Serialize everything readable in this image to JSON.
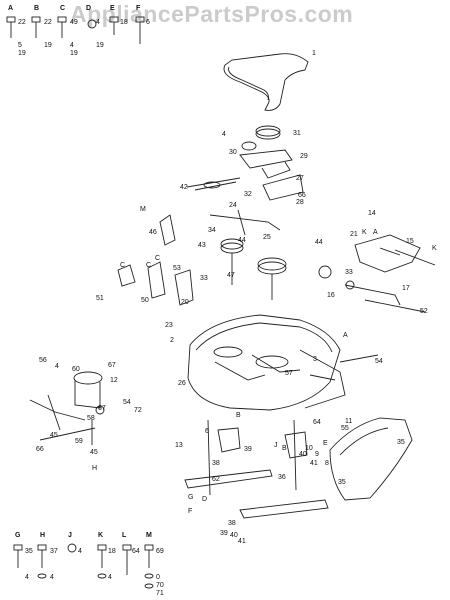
{
  "watermark": "AppliancePartsPros.com",
  "colors": {
    "line": "#222222",
    "paper": "#ffffff"
  },
  "top_key": [
    {
      "letter": "A",
      "nums": [
        "22",
        "5",
        "19"
      ]
    },
    {
      "letter": "B",
      "nums": [
        "22",
        "19"
      ]
    },
    {
      "letter": "C",
      "nums": [
        "49",
        "4",
        "19"
      ]
    },
    {
      "letter": "D",
      "nums": [
        "4",
        "19"
      ]
    },
    {
      "letter": "E",
      "nums": [
        "18"
      ]
    },
    {
      "letter": "F",
      "nums": [
        "6"
      ]
    }
  ],
  "bottom_key": [
    {
      "letter": "G",
      "nums": [
        "35",
        "4"
      ]
    },
    {
      "letter": "H",
      "nums": [
        "37",
        "4"
      ]
    },
    {
      "letter": "J",
      "nums": [
        "4"
      ]
    },
    {
      "letter": "K",
      "nums": [
        "18",
        "4"
      ]
    },
    {
      "letter": "L",
      "nums": [
        "64"
      ]
    },
    {
      "letter": "M",
      "nums": [
        "69",
        "0",
        "70",
        "71"
      ]
    }
  ],
  "callouts": [
    "1",
    "31",
    "4",
    "30",
    "29",
    "27",
    "66",
    "28",
    "32",
    "42",
    "24",
    "25",
    "M",
    "34",
    "44",
    "46",
    "43",
    "44",
    "14",
    "15",
    "K",
    "K",
    "A",
    "21",
    "33",
    "33",
    "47",
    "C",
    "C",
    "C",
    "53",
    "51",
    "50",
    "20",
    "16",
    "17",
    "52",
    "23",
    "2",
    "3",
    "54",
    "56",
    "4",
    "67",
    "60",
    "12",
    "26",
    "57",
    "58",
    "59",
    "45",
    "45",
    "66",
    "67",
    "54",
    "72",
    "13",
    "6",
    "55",
    "11",
    "64",
    "35",
    "39",
    "40",
    "41",
    "38",
    "62",
    "D",
    "F",
    "H",
    "J",
    "B",
    "G",
    "35",
    "36",
    "E",
    "10",
    "9",
    "8",
    "38",
    "39",
    "40",
    "41",
    "A",
    "B"
  ]
}
